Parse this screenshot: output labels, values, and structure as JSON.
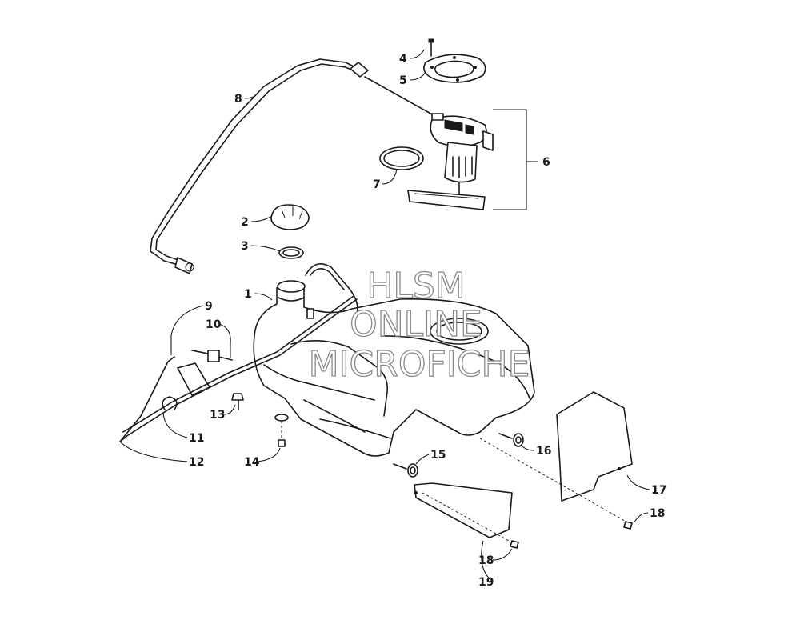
{
  "watermark": {
    "line1": "HLSM",
    "line2": "ONLINE",
    "line3": "MICROFICHE"
  },
  "callouts": {
    "c1": "1",
    "c2": "2",
    "c3": "3",
    "c4": "4",
    "c5": "5",
    "c6": "6",
    "c7": "7",
    "c8": "8",
    "c9": "9",
    "c10": "10",
    "c11": "11",
    "c12": "12",
    "c13": "13",
    "c14": "14",
    "c15": "15",
    "c16": "16",
    "c17": "17",
    "c18a": "18",
    "c18b": "18",
    "c19": "19"
  }
}
